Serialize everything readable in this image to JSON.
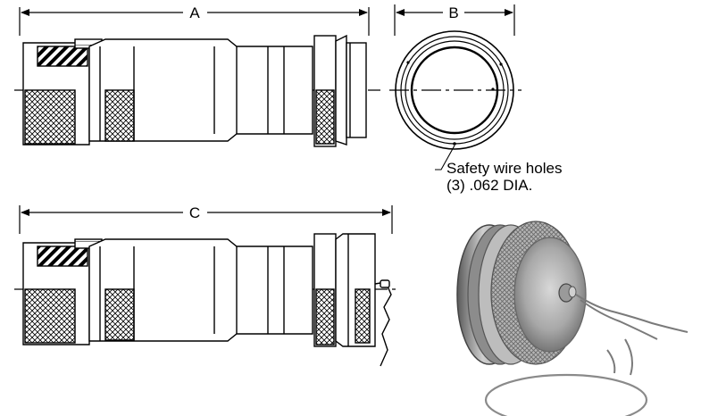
{
  "dimensions": {
    "a": "A",
    "b": "B",
    "c": "C"
  },
  "callout": {
    "line1": "Safety wire holes",
    "line2": "(3) .062 DIA."
  },
  "colors": {
    "ink": "#000000",
    "background": "#ffffff",
    "photo_metal": "#9a9a9a"
  }
}
